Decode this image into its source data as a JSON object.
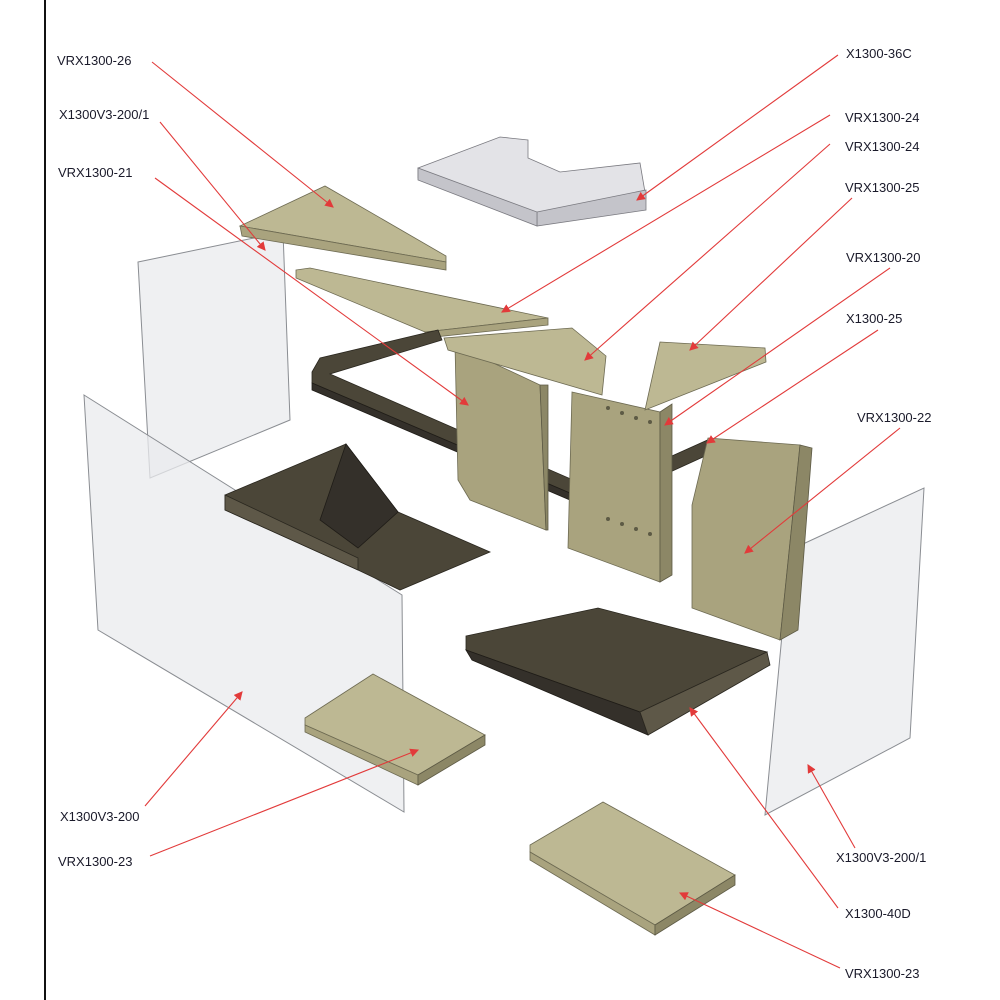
{
  "diagram": {
    "labels": [
      {
        "id": "l1",
        "text": "VRX1300-26"
      },
      {
        "id": "l2",
        "text": "X1300V3-200/1"
      },
      {
        "id": "l3",
        "text": "VRX1300-21"
      },
      {
        "id": "l4",
        "text": "X1300-36C"
      },
      {
        "id": "l5",
        "text": "VRX1300-24"
      },
      {
        "id": "l6",
        "text": "VRX1300-24"
      },
      {
        "id": "l7",
        "text": "VRX1300-25"
      },
      {
        "id": "l8",
        "text": "VRX1300-20"
      },
      {
        "id": "l9",
        "text": "X1300-25"
      },
      {
        "id": "l10",
        "text": "VRX1300-22"
      },
      {
        "id": "l11",
        "text": "X1300V3-200"
      },
      {
        "id": "l12",
        "text": "VRX1300-23"
      },
      {
        "id": "l13",
        "text": "X1300V3-200/1"
      },
      {
        "id": "l14",
        "text": "X1300-40D"
      },
      {
        "id": "l15",
        "text": "VRX1300-23"
      }
    ],
    "colors": {
      "leader": "#e23a3a",
      "refractory": "#bdb893",
      "steel": "#4b4638",
      "glass": "#e9ebee"
    }
  }
}
